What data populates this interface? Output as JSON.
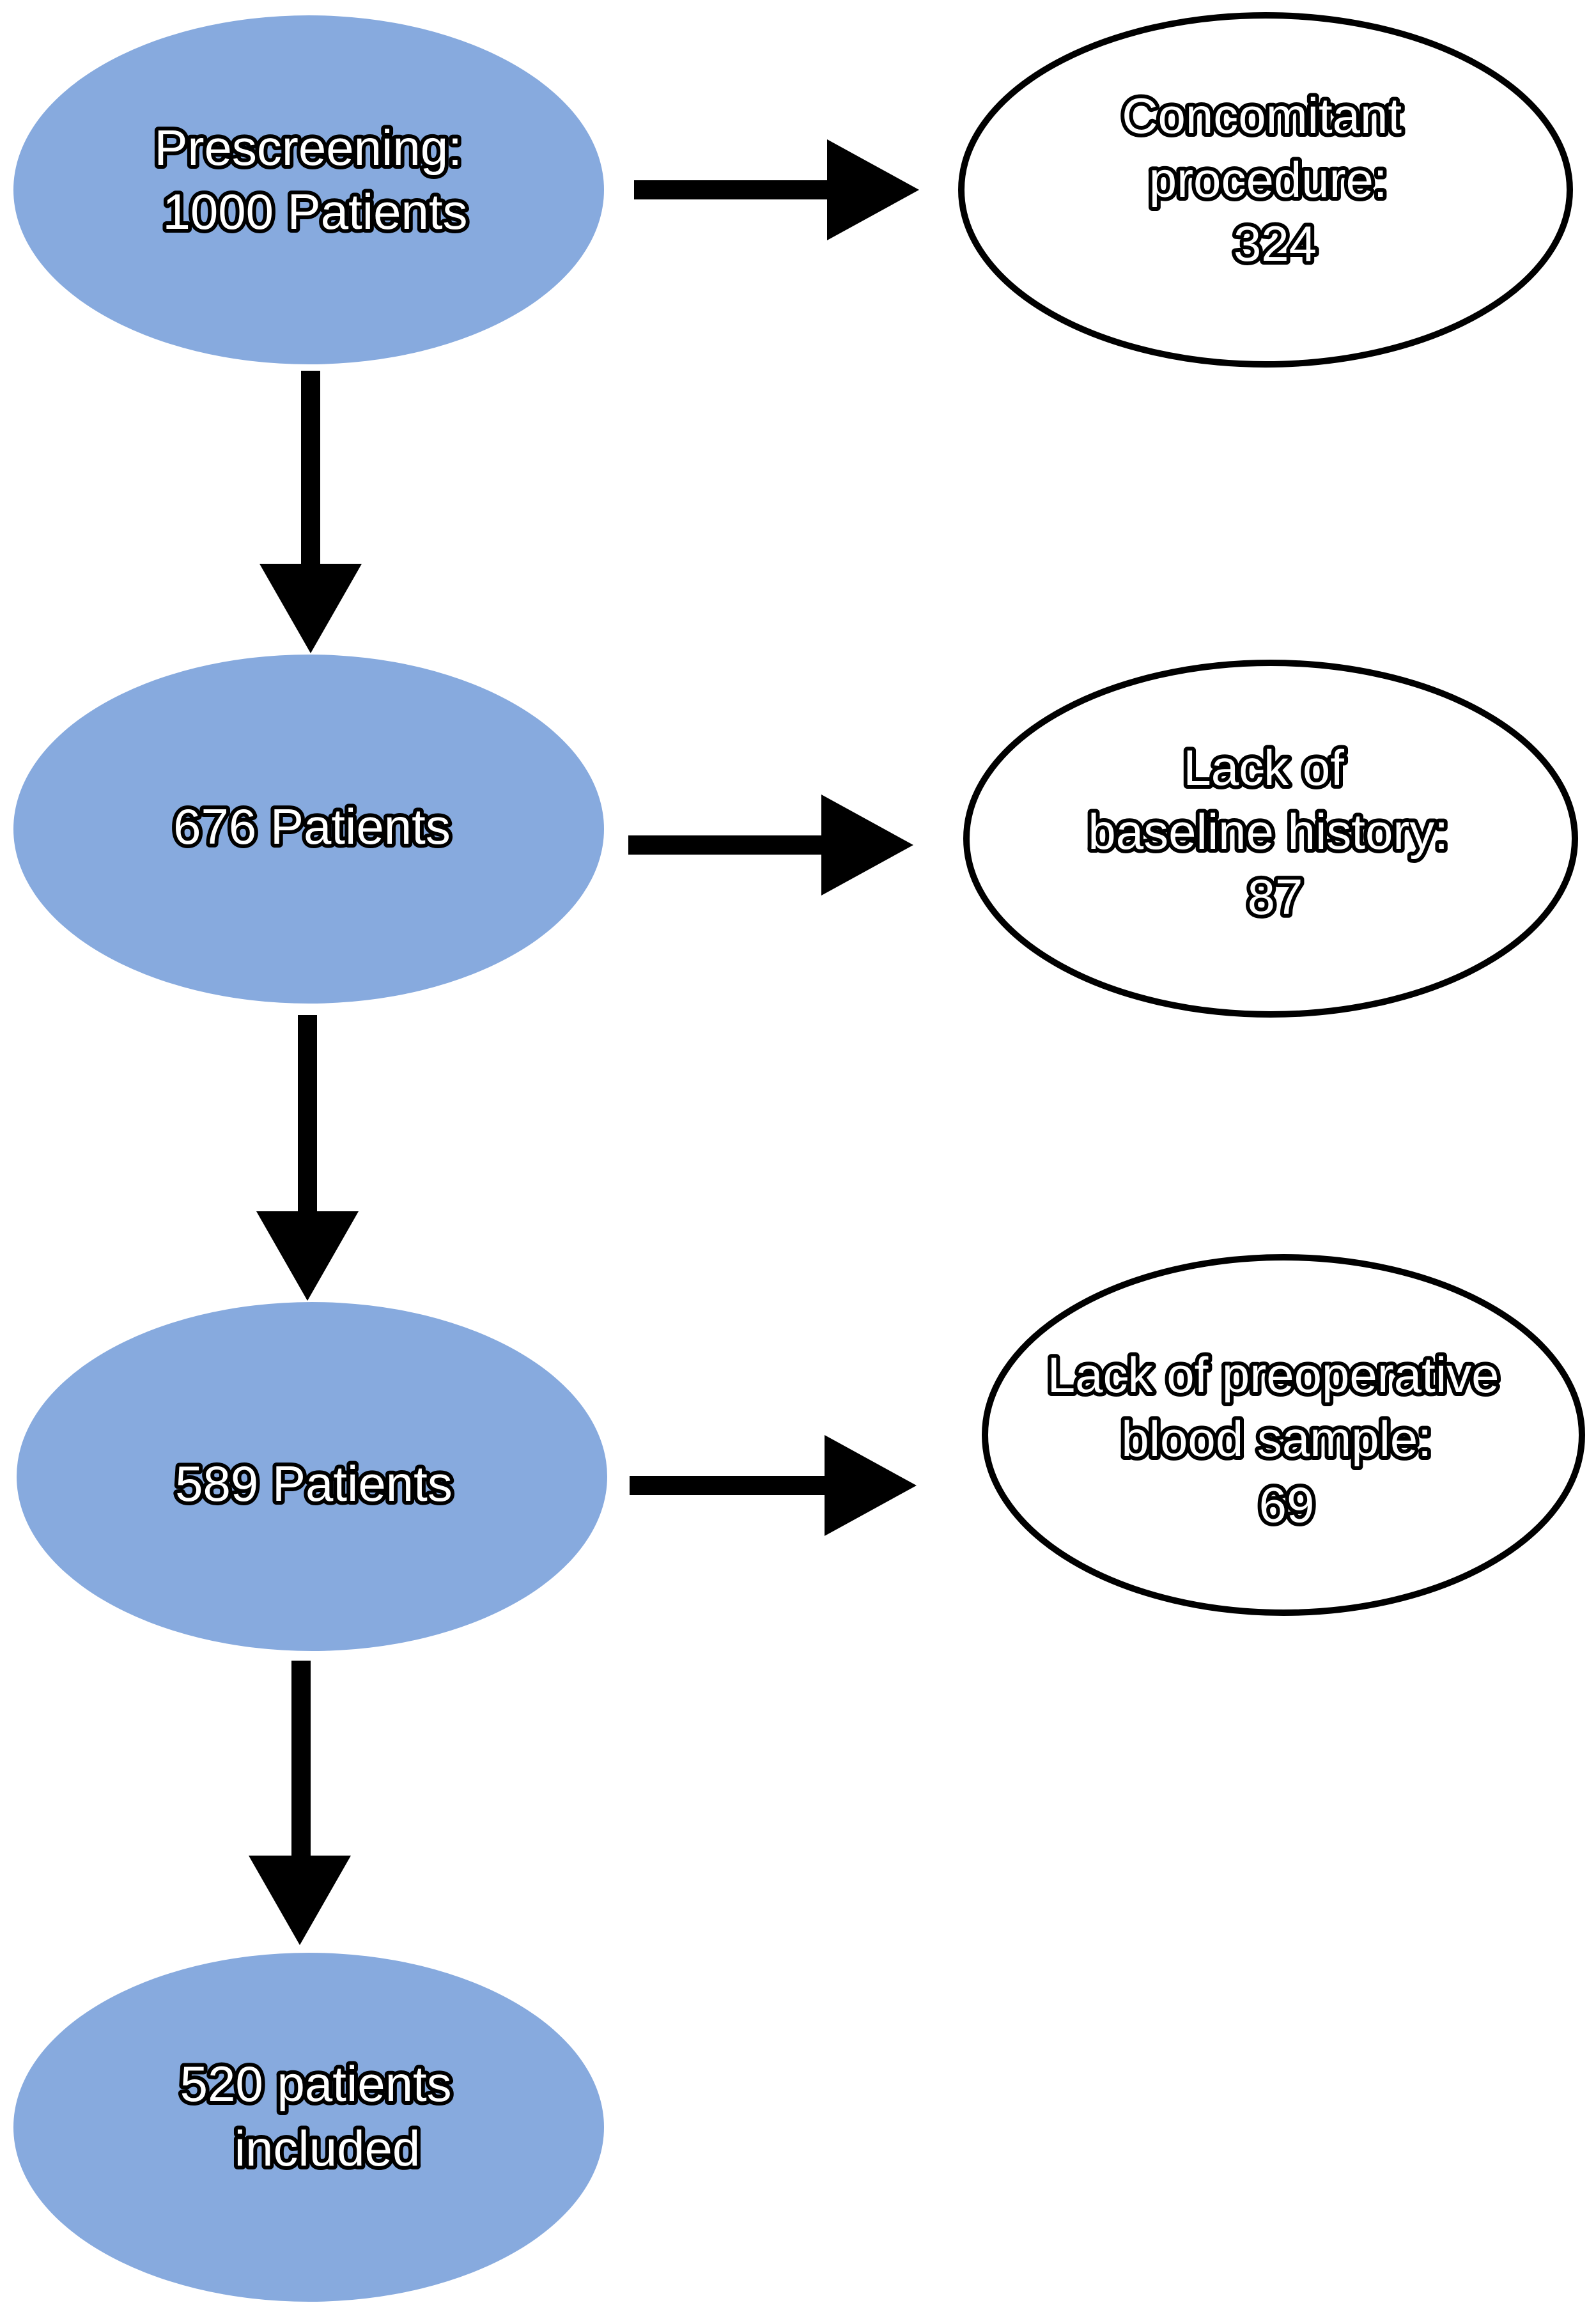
{
  "colors": {
    "flow_fill": "#87aade",
    "exclusion_fill": "#ffffff",
    "outline": "#000000",
    "arrow": "#000000",
    "label_text": "#ffffff",
    "label_outline": "#000000"
  },
  "flow": [
    {
      "lines": [
        "Prescreening:",
        "1000 Patients"
      ]
    },
    {
      "lines": [
        "676 Patients"
      ]
    },
    {
      "lines": [
        "589 Patients"
      ]
    },
    {
      "lines": [
        "520 patients",
        "included"
      ]
    }
  ],
  "exclusions": [
    {
      "lines": [
        "Concomitant",
        "procedure:",
        "324"
      ]
    },
    {
      "lines": [
        "Lack of",
        "baseline history:",
        "87"
      ]
    },
    {
      "lines": [
        "Lack of preoperative",
        "blood sample:",
        "69"
      ]
    }
  ]
}
